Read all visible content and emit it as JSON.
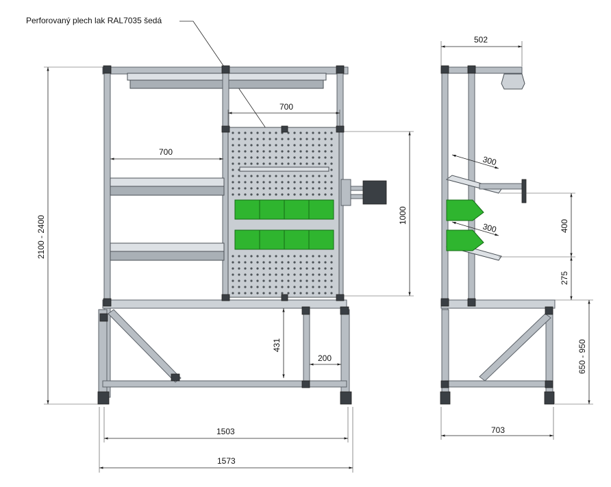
{
  "drawing": {
    "note": "Perforovaný plech lak RAL7035 šedá",
    "front": {
      "top_width": "700",
      "shelf_width": "700",
      "height_total": "2100 - 2400",
      "panel_height": "1000",
      "lower_height": "431",
      "lower_offset": "200",
      "inner_width": "1503",
      "outer_width": "1573"
    },
    "side": {
      "top_depth": "502",
      "bin_depth_upper": "300",
      "bin_depth_lower": "300",
      "bin_spacing": "400",
      "bin_offset": "275",
      "work_height": "650 - 950",
      "base_depth": "703"
    }
  },
  "colors": {
    "bins": "#2fb52f",
    "frame": "#b8bec4",
    "joints": "#3a3f44"
  }
}
